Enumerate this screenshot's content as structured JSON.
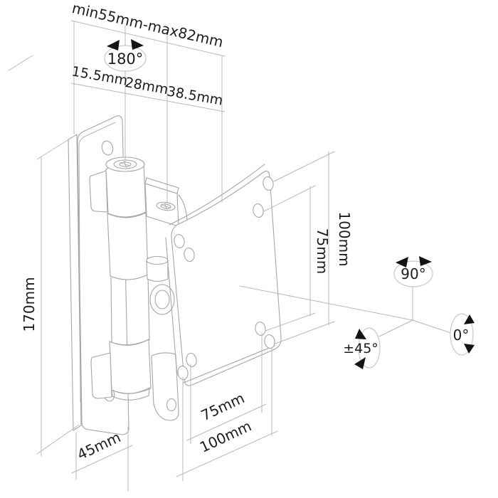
{
  "labels": {
    "depth_total": "min55mm-max82mm",
    "depth_seg_1": "15.5mm",
    "depth_seg_2": "28mm",
    "depth_seg_3": "38.5mm",
    "swivel_wall": "180°",
    "plate_height": "170mm",
    "plate_depth": "45mm",
    "vesa_v_outer": "100mm",
    "vesa_v_inner": "75mm",
    "swivel_arm": "90°",
    "swivel_front": "0°",
    "tilt_range": "±45°",
    "vesa_h_inner": "75mm",
    "vesa_h_outer": "100mm"
  },
  "colors": {
    "background": "#ffffff",
    "drawing_line": "#a5a5a5",
    "dimension_line": "#b9b9b9",
    "text": "#1c1c1c",
    "arrow": "#141414"
  }
}
